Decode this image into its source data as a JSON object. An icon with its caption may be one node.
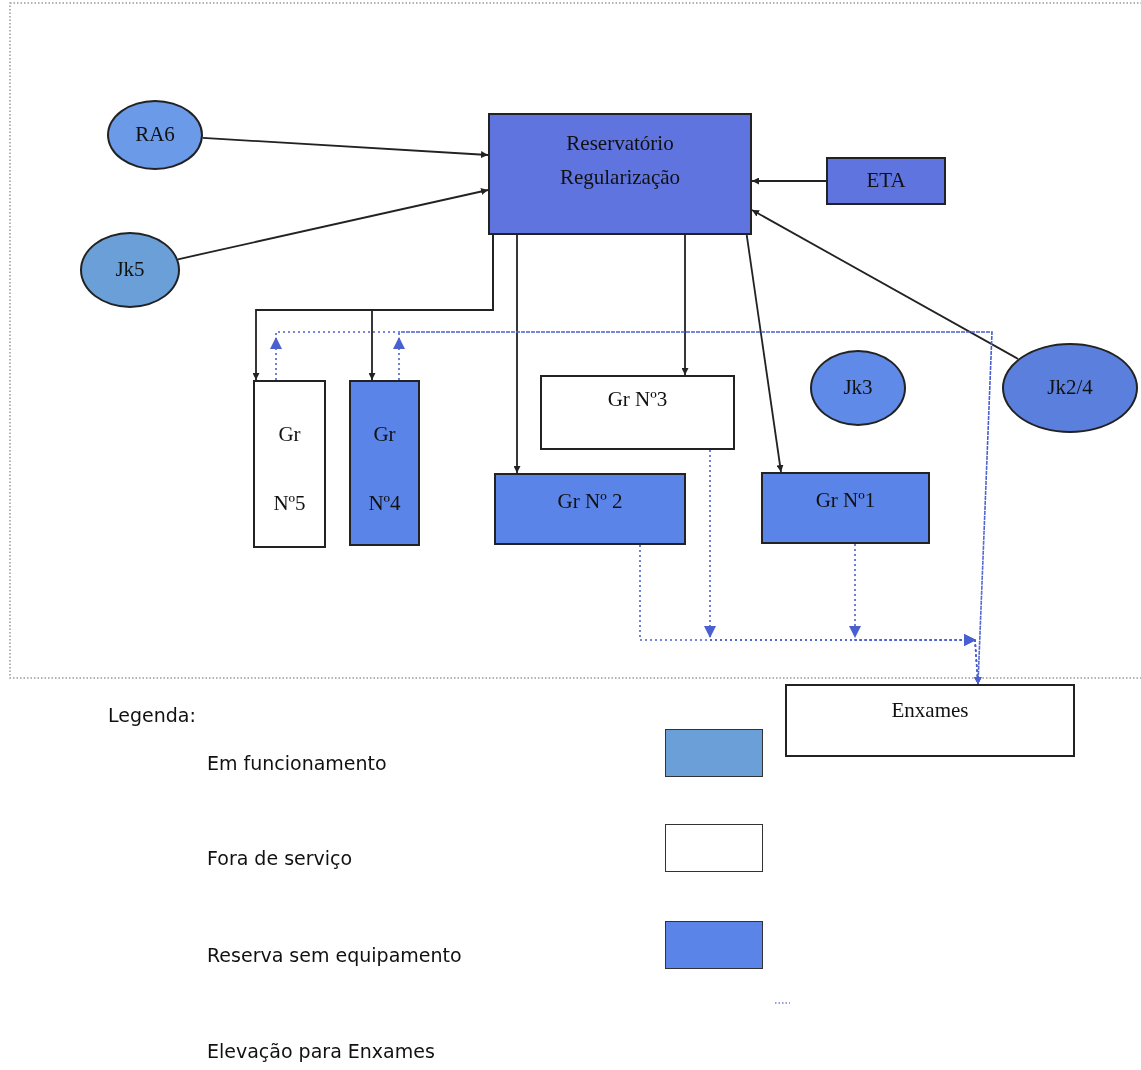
{
  "diagram": {
    "nodes": [
      {
        "text": [
          "RA6"
        ]
      },
      {
        "text": [
          "Reservatório Regularização"
        ]
      },
      {
        "text": [
          "ETA"
        ]
      },
      {
        "text": [
          "Jk5"
        ]
      },
      {
        "text": [
          "Gr Nº5"
        ]
      },
      {
        "text": [
          "Gr Nº4"
        ]
      },
      {
        "text": [
          "Gr Nº3"
        ]
      },
      {
        "text": [
          "Jk3"
        ]
      },
      {
        "text": [
          "Jk2/4"
        ]
      },
      {
        "text": [
          "Gr Nº 2"
        ]
      },
      {
        "text": [
          "Gr Nº1"
        ]
      },
      {
        "text": [
          "Enxames"
        ]
      }
    ],
    "edges": [
      {
        "from": 0,
        "to": 1,
        "arrow": "to"
      },
      {
        "from": 3,
        "to": 1,
        "arrow": "to"
      },
      {
        "from": 2,
        "to": 1,
        "arrow": "to"
      },
      {
        "from": 8,
        "to": 1,
        "arrow": "to"
      },
      {
        "from": 1,
        "to": 4,
        "arrow": "to"
      },
      {
        "from": 1,
        "to": 5,
        "arrow": "to"
      },
      {
        "from": 1,
        "to": 9,
        "arrow": "to"
      },
      {
        "from": 1,
        "to": 6,
        "arrow": "to"
      },
      {
        "from": 1,
        "to": 10,
        "arrow": "to"
      },
      {
        "from": 4,
        "to": 11,
        "arrow": "to",
        "style": "dashed",
        "color": "#4a5fd0"
      },
      {
        "from": 5,
        "to": 11,
        "arrow": "to",
        "style": "dashed",
        "color": "#4a5fd0"
      },
      {
        "from": 6,
        "to": 11,
        "arrow": "to",
        "style": "dashed",
        "color": "#4a5fd0"
      },
      {
        "from": 9,
        "to": 11,
        "arrow": "to",
        "style": "dashed",
        "color": "#4a5fd0"
      },
      {
        "from": 10,
        "to": 11,
        "arrow": "to",
        "style": "dashed",
        "color": "#4a5fd0"
      }
    ],
    "labels": [
      "Legenda:"
    ],
    "legend": [
      {
        "text": "Em funcionamento",
        "color": "#6b9fd8"
      },
      {
        "text": "Fora de serviço",
        "color": "#ffffff"
      },
      {
        "text": "Reserva sem equipamento",
        "color": "#5b84e8"
      },
      {
        "text": "Elevação para Enxames"
      }
    ]
  }
}
